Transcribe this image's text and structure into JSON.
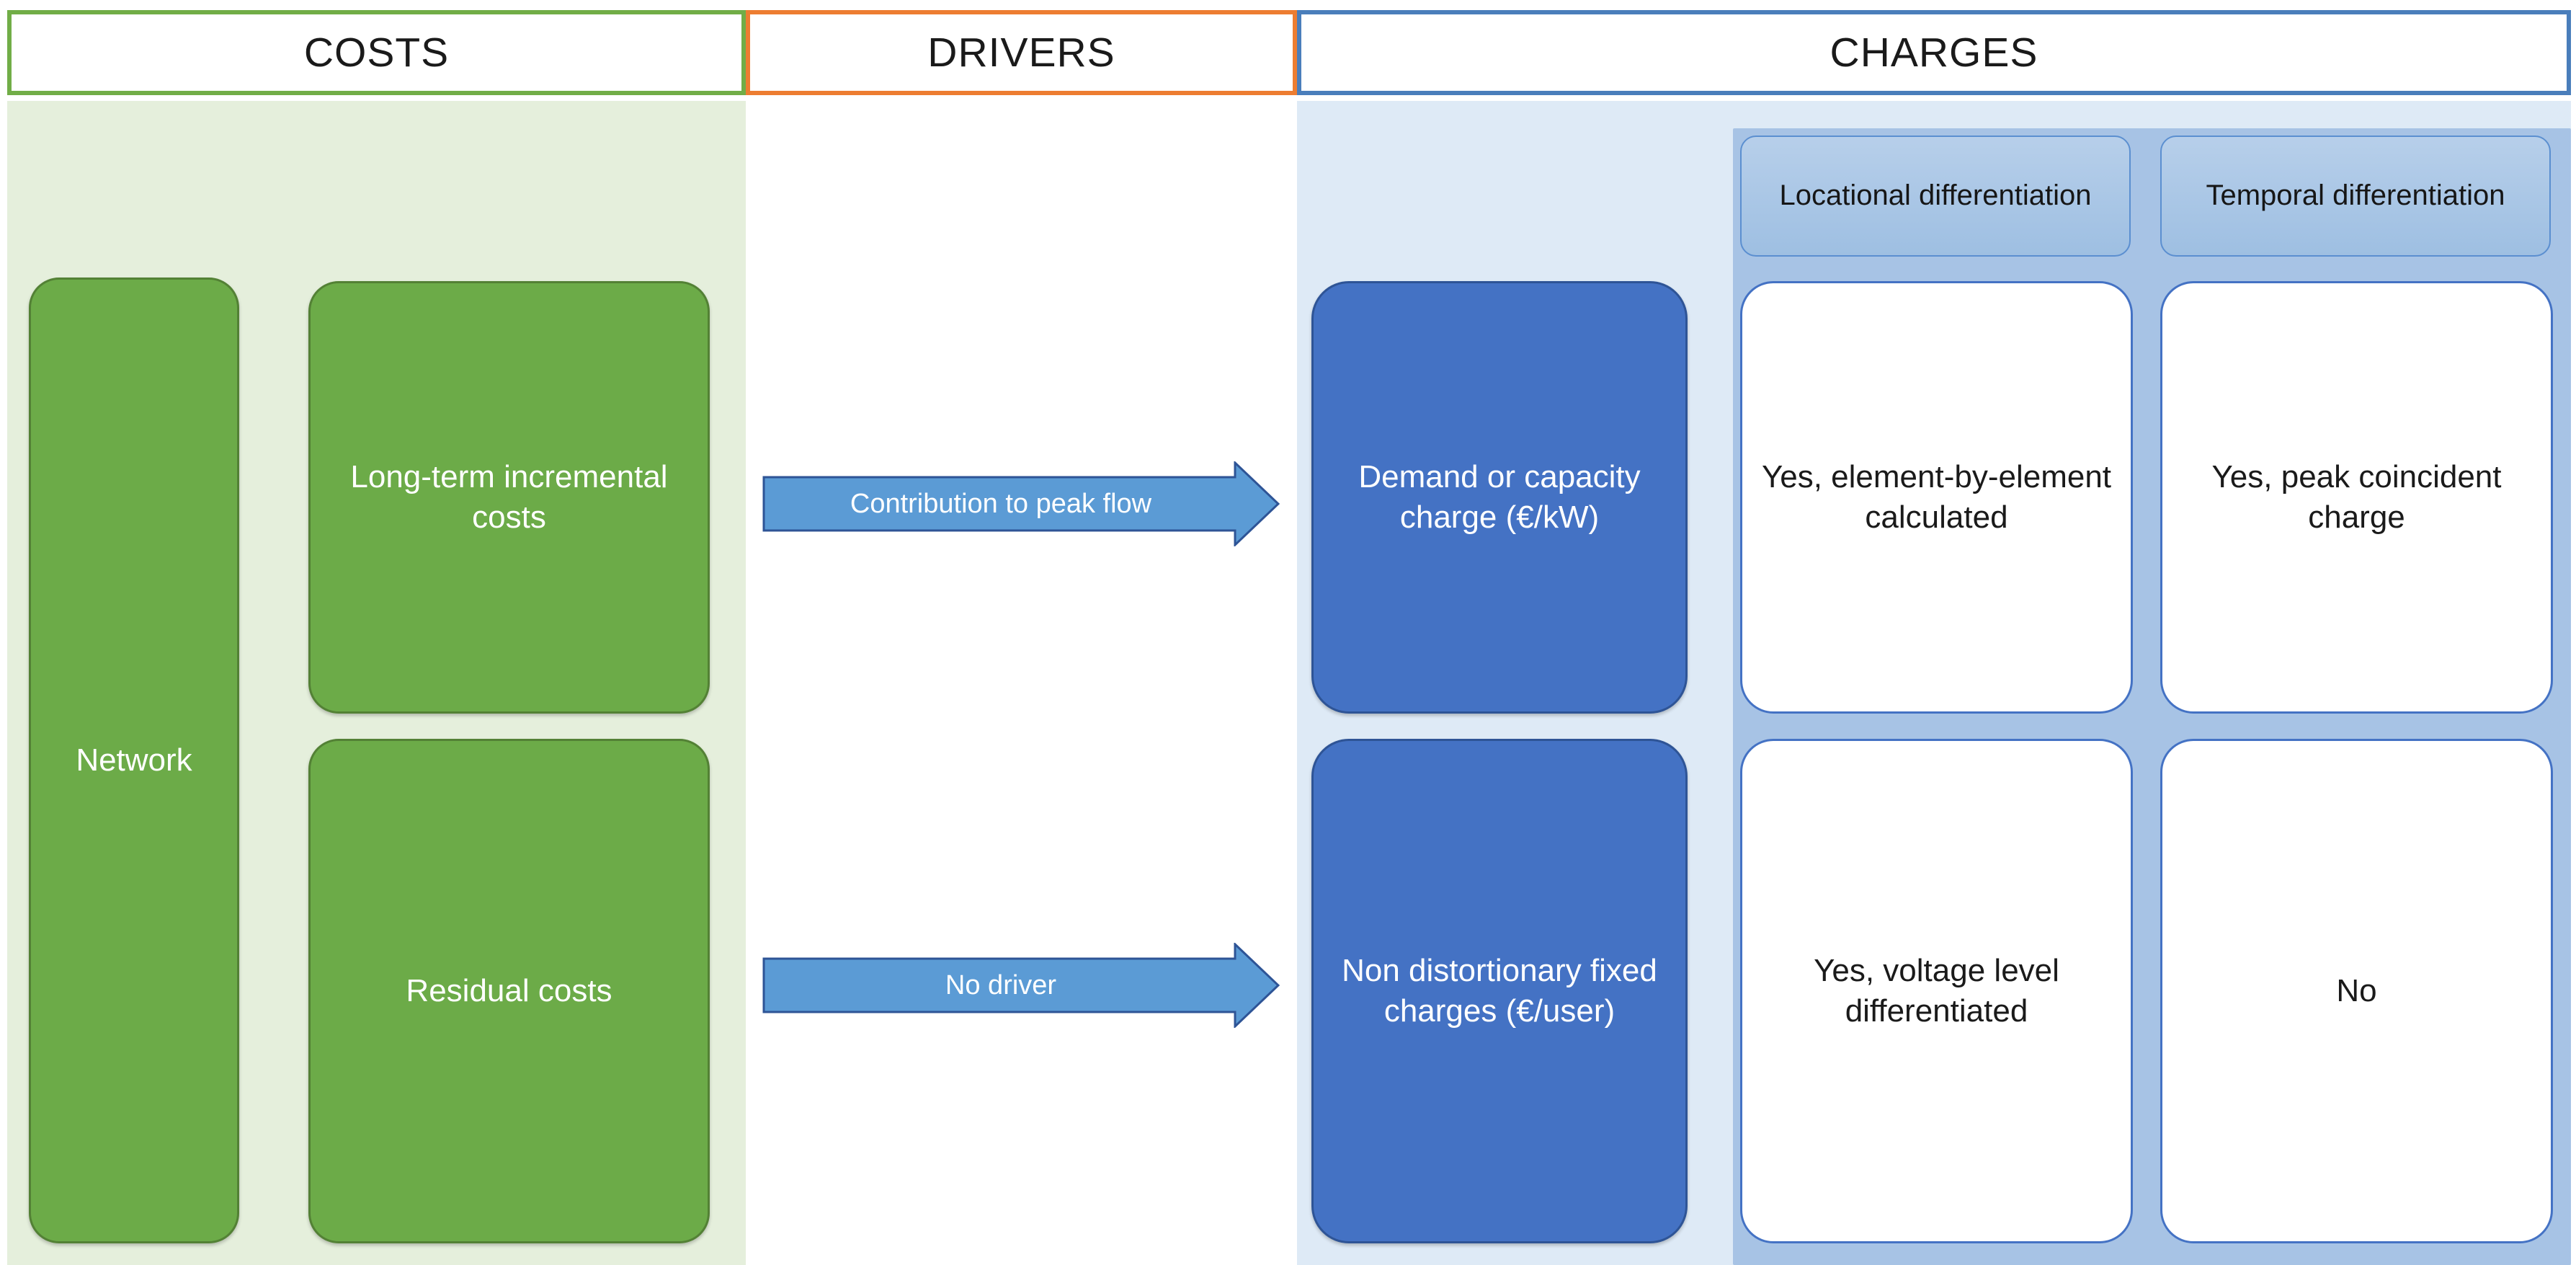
{
  "headers": [
    {
      "label": "COSTS",
      "border_color": "#71ad47"
    },
    {
      "label": "DRIVERS",
      "border_color": "#ed7d31"
    },
    {
      "label": "CHARGES",
      "border_color": "#4a7ebb"
    }
  ],
  "costs": {
    "band_color": "#e5efdc",
    "boxes": [
      {
        "label": "Network"
      },
      {
        "label": "Long-term incremental costs"
      },
      {
        "label": "Residual costs"
      }
    ]
  },
  "drivers": {
    "arrows": [
      {
        "label": "Contribution to peak flow"
      },
      {
        "label": "No driver"
      }
    ]
  },
  "charges": {
    "band_color": "#deeaf6",
    "panel_color": "#a7c3e5",
    "column_headers": [
      {
        "label": "Locational differentiation"
      },
      {
        "label": "Temporal differentiation"
      }
    ],
    "rows": [
      {
        "charge": "Demand or capacity charge (€/kW)",
        "locational": "Yes, element-by-element calculated",
        "temporal": "Yes, peak coincident charge"
      },
      {
        "charge": "Non distortionary fixed charges (€/user)",
        "locational": "Yes, voltage level differentiated",
        "temporal": "No"
      }
    ]
  },
  "colors": {
    "green_fill": "#6cab48",
    "green_stroke": "#538135",
    "blue_fill": "#4472c4",
    "blue_stroke": "#2e5496",
    "arrow_fill": "#5b9bd5",
    "arrow_stroke": "#2e5496"
  }
}
